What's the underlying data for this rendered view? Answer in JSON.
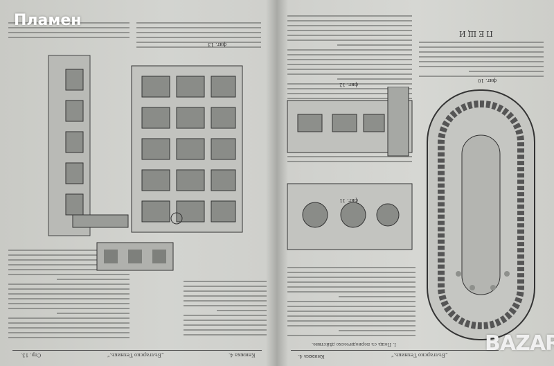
{
  "watermark": "Пламен",
  "logo": "BAZAR",
  "left_page": {
    "page_label": "Стр. 13.",
    "journal": "„Българско Техникъ.“",
    "issue": "Книжка 4.",
    "figure": "фиг. 13"
  },
  "right_page": {
    "journal": "„Българско Техникъ.“",
    "issue": "Книжка 4.",
    "heading": "ПЕЩИ",
    "section": "I. Пещь съ периодическо дѣйствие.",
    "figures": [
      "фиг. 10",
      "фиг. 11",
      "фиг. 12"
    ]
  }
}
